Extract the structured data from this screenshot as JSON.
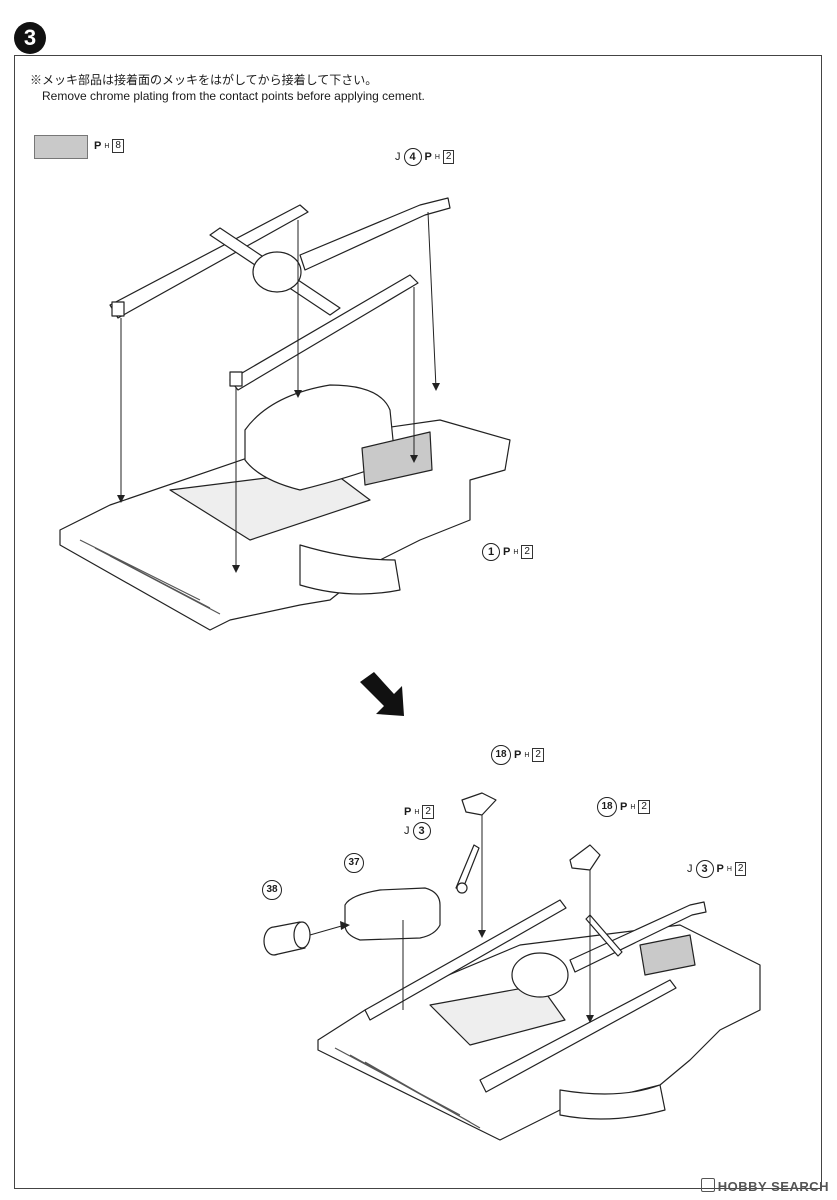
{
  "step": {
    "number": "3"
  },
  "notes": {
    "jp": "※メッキ部品は接着面のメッキをはがしてから接着して下さい。",
    "en": "Remove chrome plating from the contact points before applying cement."
  },
  "swatch": {
    "label": "8",
    "color": "#c9c9c9"
  },
  "parts_top": {
    "axle": {
      "prefix": "J",
      "num": "4",
      "sheet": "2"
    },
    "frame": {
      "num": "1",
      "sheet": "2"
    }
  },
  "parts_bottom": {
    "bracket_a": {
      "num": "18",
      "sheet": "2"
    },
    "rod_left": {
      "prefix": "J",
      "num": "3",
      "sheet": "2"
    },
    "bracket_b": {
      "num": "18",
      "sheet": "2"
    },
    "rod_right": {
      "prefix": "J",
      "num": "3",
      "sheet": "2"
    },
    "muffler": {
      "num": "37"
    },
    "tip": {
      "num": "38"
    }
  },
  "ph_label": "P",
  "ph_sub": "H",
  "watermark": "HOBBY SEARCH"
}
